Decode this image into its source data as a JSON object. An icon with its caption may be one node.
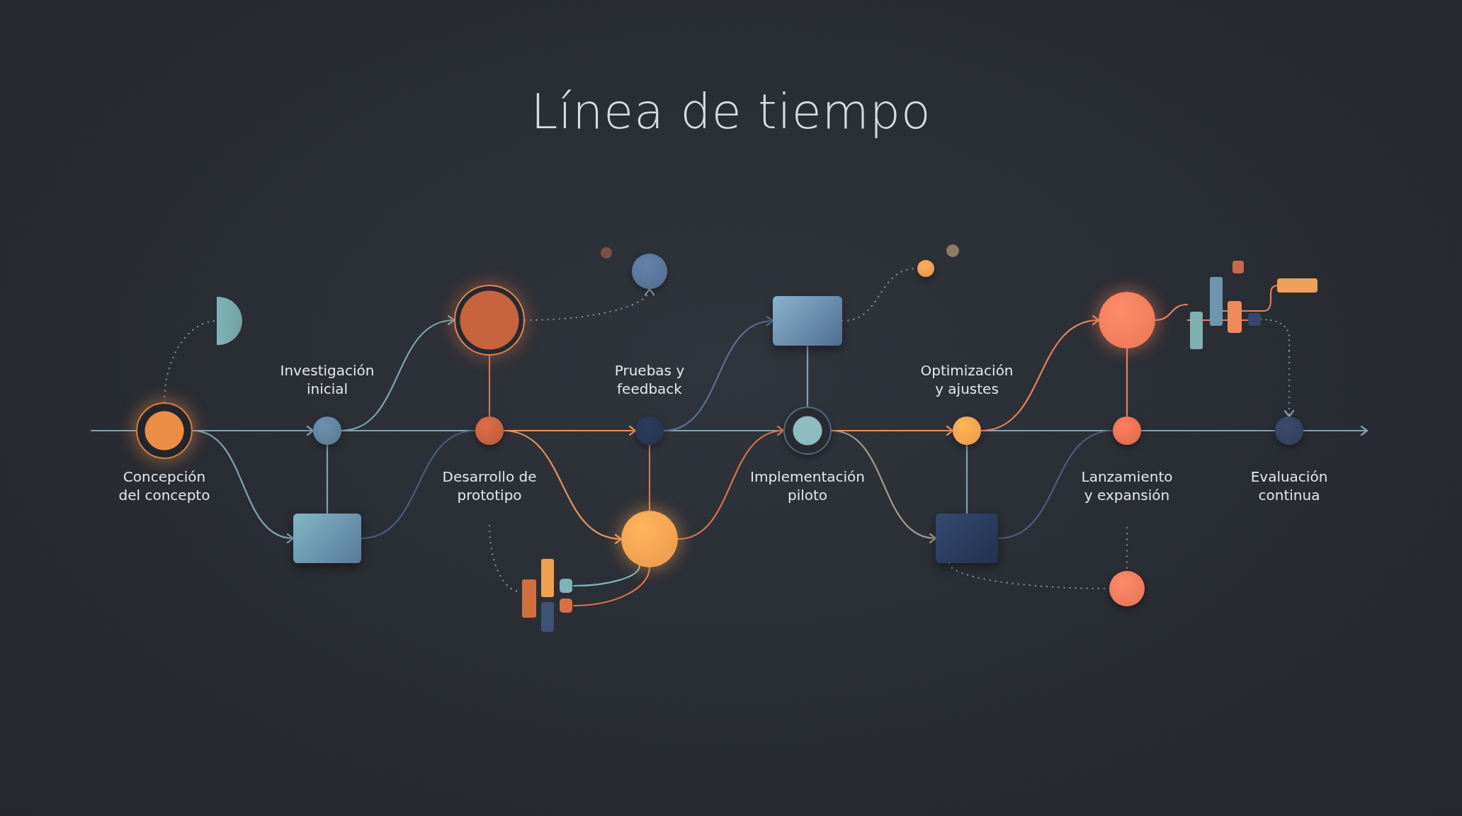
{
  "diagram": {
    "title": "Línea de tiempo",
    "nodes": [
      {
        "text": [],
        "shape": "circle",
        "beside": [
          "Concepción del concepto"
        ]
      },
      {
        "text": [],
        "shape": "semicircle"
      },
      {
        "text": [],
        "shape": "box"
      },
      {
        "text": [],
        "shape": "circle",
        "beside": [
          "Investigación inicial"
        ]
      },
      {
        "text": [],
        "shape": "circle"
      },
      {
        "text": [],
        "shape": "circle",
        "beside": [
          "Desarrollo de prototipo"
        ]
      },
      {
        "text": [],
        "shape": "circle"
      },
      {
        "text": [],
        "shape": "circle",
        "beside": [
          "Pruebas y feedback"
        ]
      },
      {
        "text": [],
        "shape": "circle"
      },
      {
        "text": [],
        "shape": "bar"
      },
      {
        "text": [],
        "shape": "box"
      },
      {
        "text": [],
        "shape": "circle",
        "beside": [
          "Implementación piloto"
        ]
      },
      {
        "text": [],
        "shape": "circle"
      },
      {
        "text": [],
        "shape": "circle",
        "beside": [
          "Optimización y ajustes"
        ]
      },
      {
        "text": [],
        "shape": "box"
      },
      {
        "text": [],
        "shape": "circle"
      },
      {
        "text": [],
        "shape": "circle",
        "beside": [
          "Lanzamiento y expansión"
        ]
      },
      {
        "text": [],
        "shape": "circle"
      },
      {
        "text": [],
        "shape": "bar"
      },
      {
        "text": [],
        "shape": "circle",
        "beside": [
          "Evaluación continua"
        ]
      }
    ],
    "edges": [
      {
        "from": null,
        "to": 0,
        "arrow": "none"
      },
      {
        "from": 0,
        "to": 3,
        "arrow": "to"
      },
      {
        "from": 3,
        "to": 5,
        "arrow": "none"
      },
      {
        "from": 5,
        "to": 7,
        "arrow": "to",
        "color": "#e8935a"
      },
      {
        "from": 7,
        "to": 11,
        "arrow": "none"
      },
      {
        "from": 11,
        "to": 13,
        "arrow": "to",
        "color": "#e8935a"
      },
      {
        "from": 13,
        "to": 16,
        "arrow": "none"
      },
      {
        "from": 16,
        "to": 19,
        "arrow": "none"
      },
      {
        "from": 19,
        "to": null,
        "arrow": "to"
      },
      {
        "from": 0,
        "to": 1,
        "arrow": "none",
        "style": "dashed",
        "color": "#8a98a6"
      },
      {
        "from": 0,
        "to": 2,
        "arrow": "to"
      },
      {
        "from": 2,
        "to": 3,
        "arrow": "none"
      },
      {
        "from": 2,
        "to": 5,
        "arrow": "none",
        "color": "#4a5d80"
      },
      {
        "from": 3,
        "to": 4,
        "arrow": "to"
      },
      {
        "from": 4,
        "to": 5,
        "arrow": "none",
        "color": "#d9744f"
      },
      {
        "from": 4,
        "to": 6,
        "arrow": "to",
        "style": "dashed",
        "color": "#8a98a6"
      },
      {
        "from": 5,
        "to": 8,
        "arrow": "to",
        "color": "#e8935a"
      },
      {
        "from": 7,
        "to": 8,
        "arrow": "none",
        "color": "#d9744f"
      },
      {
        "from": 8,
        "to": 11,
        "arrow": "to",
        "color": "#d9744f"
      },
      {
        "from": 8,
        "to": 9,
        "arrow": "none",
        "color": "#7fb3b8"
      },
      {
        "from": 8,
        "to": 9,
        "arrow": "none",
        "color": "#d9744f"
      },
      {
        "from": null,
        "to": 9,
        "arrow": "none",
        "style": "dashed",
        "color": "#8a98a6"
      },
      {
        "from": 7,
        "to": 10,
        "arrow": "to",
        "color": "#5b6f94"
      },
      {
        "from": 10,
        "to": 11,
        "arrow": "none"
      },
      {
        "from": 10,
        "to": 12,
        "arrow": "none",
        "style": "dashed",
        "color": "#8a98a6"
      },
      {
        "from": 11,
        "to": 14,
        "arrow": "to",
        "color": "#a8998a"
      },
      {
        "from": 14,
        "to": 13,
        "arrow": "none"
      },
      {
        "from": 14,
        "to": 16,
        "arrow": "none",
        "color": "#4a5d80"
      },
      {
        "from": 14,
        "to": 17,
        "arrow": "none",
        "style": "dashed",
        "color": "#8a98a6"
      },
      {
        "from": null,
        "to": 17,
        "arrow": "none",
        "style": "dashed",
        "color": "#8a98a6"
      },
      {
        "from": 13,
        "to": 15,
        "arrow": "to",
        "color": "#e8805f"
      },
      {
        "from": 15,
        "to": 16,
        "arrow": "none",
        "color": "#e8805f"
      },
      {
        "from": 15,
        "to": 18,
        "arrow": "none",
        "color": "#e8805f"
      },
      {
        "from": 18,
        "to": 19,
        "arrow": "to",
        "style": "dashed",
        "color": "#8a98a6"
      }
    ]
  }
}
